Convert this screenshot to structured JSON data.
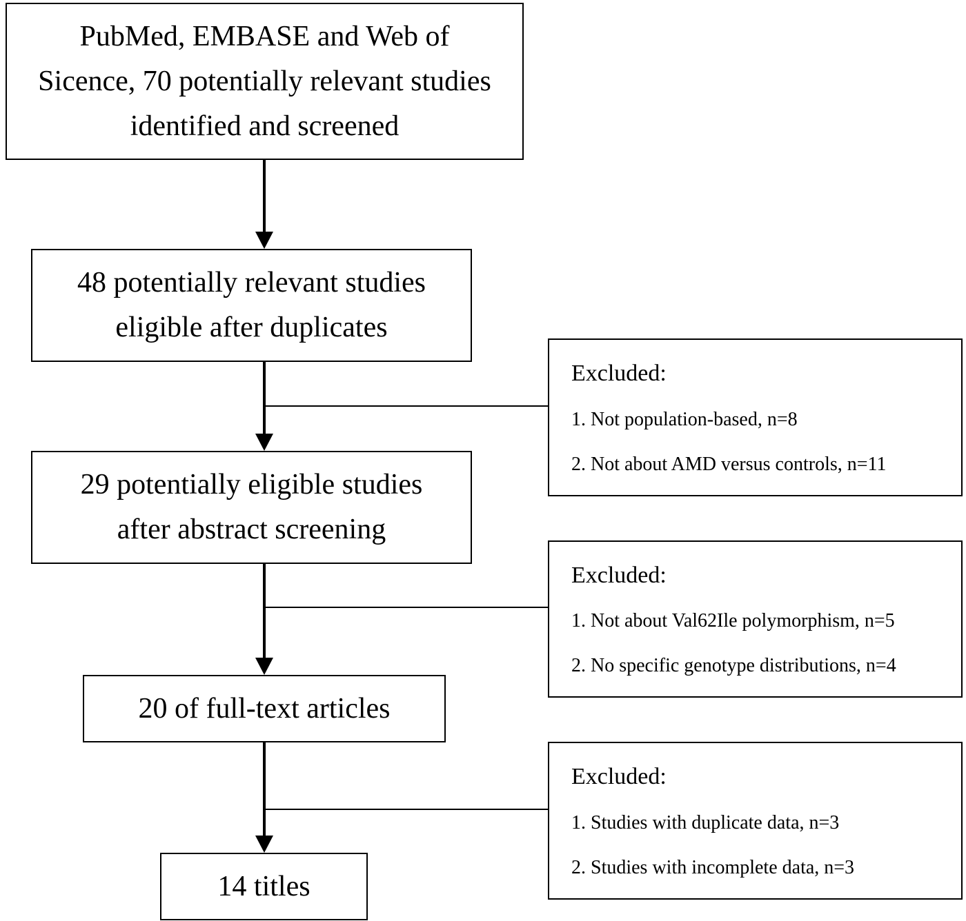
{
  "flow": {
    "identified": {
      "lines": [
        "PubMed, EMBASE and Web of",
        "Sicence, 70 potentially relevant studies",
        "identified and screened"
      ]
    },
    "after_duplicates": {
      "lines": [
        "48 potentially relevant studies",
        "eligible after duplicates"
      ]
    },
    "after_abstract": {
      "lines": [
        "29 potentially eligible studies",
        "after abstract screening"
      ]
    },
    "full_text": {
      "lines": [
        "20 of full-text articles"
      ]
    },
    "included": {
      "lines": [
        "14 titles"
      ]
    }
  },
  "exclusions": [
    {
      "title": "Excluded:",
      "items": [
        "1. Not population-based, n=8",
        "2. Not about AMD versus controls, n=11"
      ]
    },
    {
      "title": "Excluded:",
      "items": [
        "1. Not about Val62Ile polymorphism, n=5",
        "2. No specific genotype distributions, n=4"
      ]
    },
    {
      "title": "Excluded:",
      "items": [
        "1. Studies with duplicate data, n=3",
        "2. Studies with incomplete data, n=3"
      ]
    }
  ]
}
